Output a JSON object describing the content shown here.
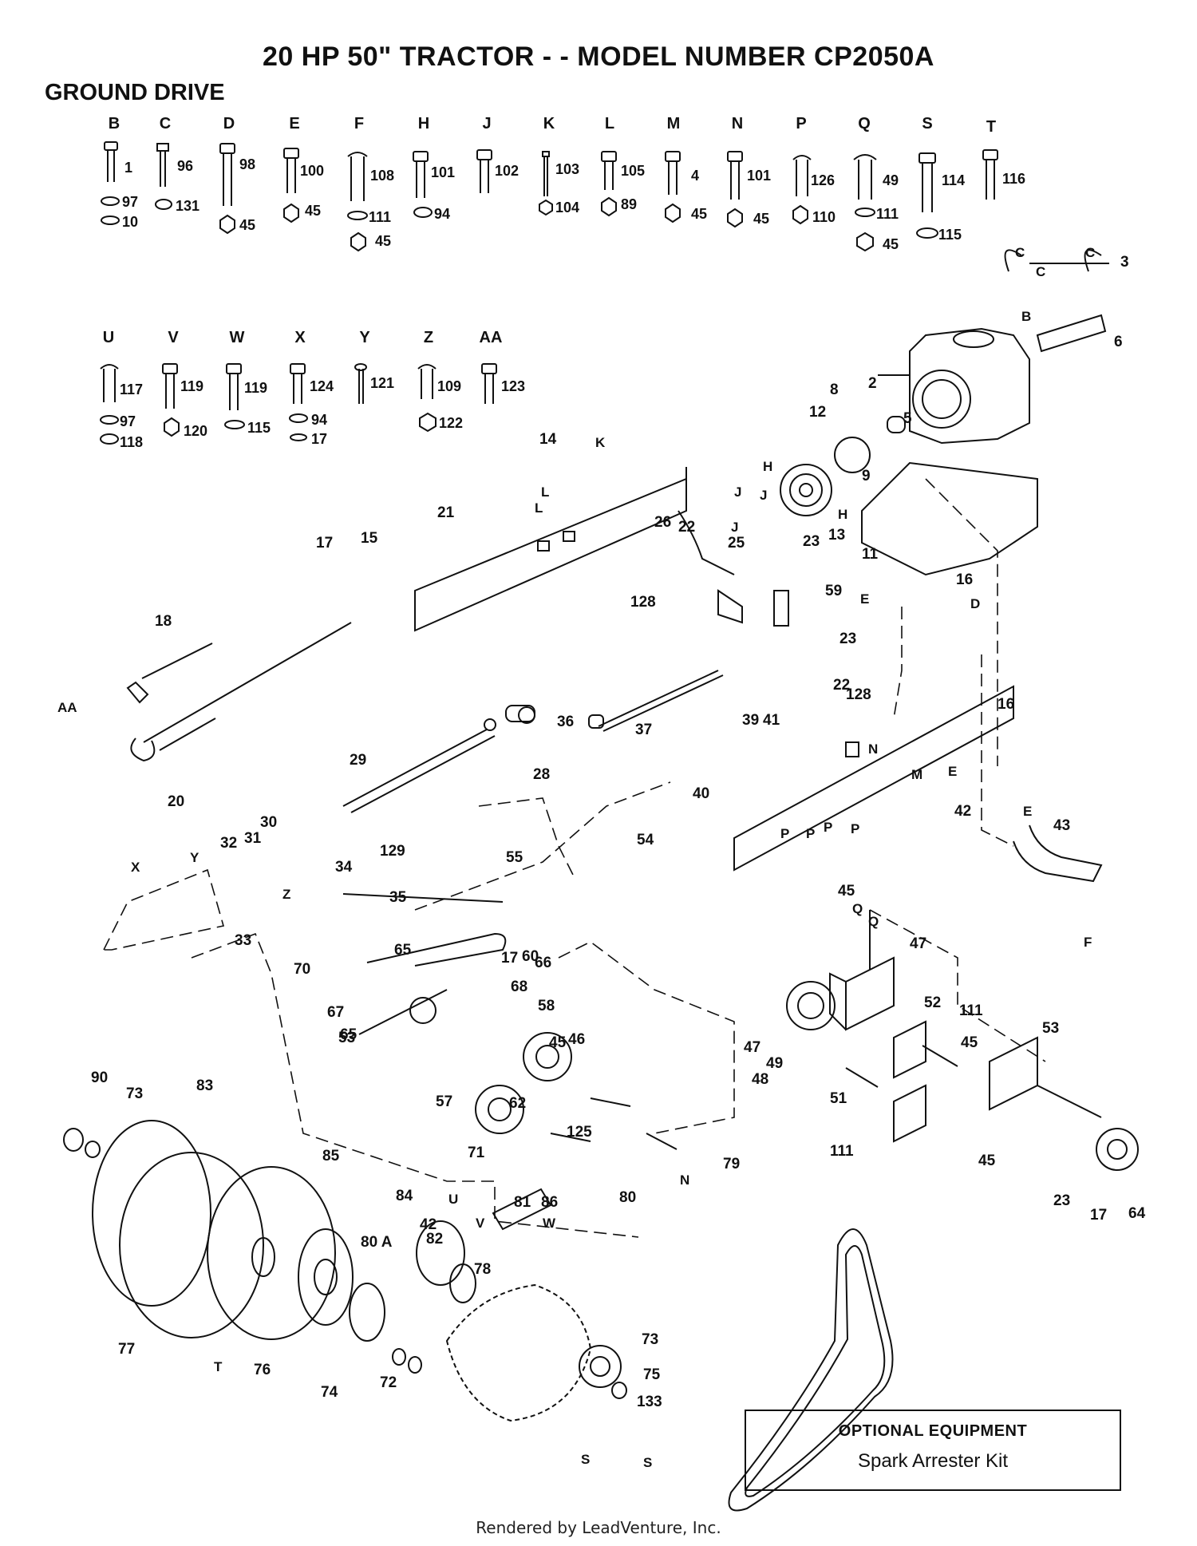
{
  "title": "20  HP 50\" TRACTOR - - MODEL NUMBER CP2050A",
  "section": "GROUND DRIVE",
  "hardware_row1": [
    {
      "letter": "B",
      "parts": [
        "1",
        "97",
        "10"
      ]
    },
    {
      "letter": "C",
      "parts": [
        "96",
        "131"
      ]
    },
    {
      "letter": "D",
      "parts": [
        "98",
        "45"
      ]
    },
    {
      "letter": "E",
      "parts": [
        "100",
        "45"
      ]
    },
    {
      "letter": "F",
      "parts": [
        "108",
        "111",
        "45"
      ]
    },
    {
      "letter": "H",
      "parts": [
        "101",
        "94"
      ]
    },
    {
      "letter": "J",
      "parts": [
        "102"
      ]
    },
    {
      "letter": "K",
      "parts": [
        "103",
        "104"
      ]
    },
    {
      "letter": "L",
      "parts": [
        "105",
        "89"
      ]
    },
    {
      "letter": "M",
      "parts": [
        "4",
        "45"
      ]
    },
    {
      "letter": "N",
      "parts": [
        "101",
        "45"
      ]
    },
    {
      "letter": "P",
      "parts": [
        "126",
        "110"
      ]
    },
    {
      "letter": "Q",
      "parts": [
        "49",
        "111",
        "45"
      ]
    },
    {
      "letter": "S",
      "parts": [
        "114",
        "115"
      ]
    },
    {
      "letter": "T",
      "parts": [
        "116"
      ]
    }
  ],
  "hardware_row2": [
    {
      "letter": "U",
      "parts": [
        "117",
        "97",
        "118"
      ]
    },
    {
      "letter": "V",
      "parts": [
        "119",
        "120"
      ]
    },
    {
      "letter": "W",
      "parts": [
        "119",
        "115"
      ]
    },
    {
      "letter": "X",
      "parts": [
        "124",
        "94",
        "17"
      ]
    },
    {
      "letter": "Y",
      "parts": [
        "121"
      ]
    },
    {
      "letter": "Z",
      "parts": [
        "109",
        "122"
      ]
    },
    {
      "letter": "AA",
      "parts": [
        "123"
      ]
    }
  ],
  "callouts": [
    "3",
    "6",
    "2",
    "8",
    "12",
    "5",
    "9",
    "14",
    "21",
    "26",
    "22",
    "25",
    "23",
    "13",
    "11",
    "16",
    "17",
    "15",
    "128",
    "59",
    "18",
    "23",
    "36",
    "37",
    "39",
    "41",
    "22",
    "128",
    "16",
    "29",
    "28",
    "20",
    "30",
    "31",
    "32",
    "34",
    "55",
    "54",
    "40",
    "42",
    "43",
    "129",
    "35",
    "33",
    "70",
    "17",
    "45",
    "65",
    "60",
    "66",
    "67",
    "68",
    "65",
    "58",
    "45",
    "46",
    "53",
    "47",
    "52",
    "111",
    "45",
    "49",
    "47",
    "48",
    "53",
    "51",
    "111",
    "45",
    "23",
    "17",
    "64",
    "57",
    "62",
    "71",
    "125",
    "79",
    "80",
    "90",
    "73",
    "83",
    "85",
    "84",
    "42",
    "82",
    "81",
    "86",
    "80 A",
    "78",
    "77",
    "76",
    "74",
    "72",
    "73",
    "75",
    "133"
  ],
  "connector_letters": [
    "C",
    "C",
    "C",
    "B",
    "H",
    "J",
    "J",
    "J",
    "H",
    "L",
    "L",
    "K",
    "E",
    "D",
    "AA",
    "M",
    "E",
    "E",
    "N",
    "P",
    "P",
    "P",
    "P",
    "X",
    "Y",
    "Z",
    "F",
    "Q",
    "Q",
    "N",
    "U",
    "V",
    "W",
    "T",
    "S",
    "S"
  ],
  "optional": {
    "heading": "OPTIONAL EQUIPMENT",
    "item": "Spark Arrester Kit"
  },
  "footer": "Rendered by LeadVenture, Inc."
}
